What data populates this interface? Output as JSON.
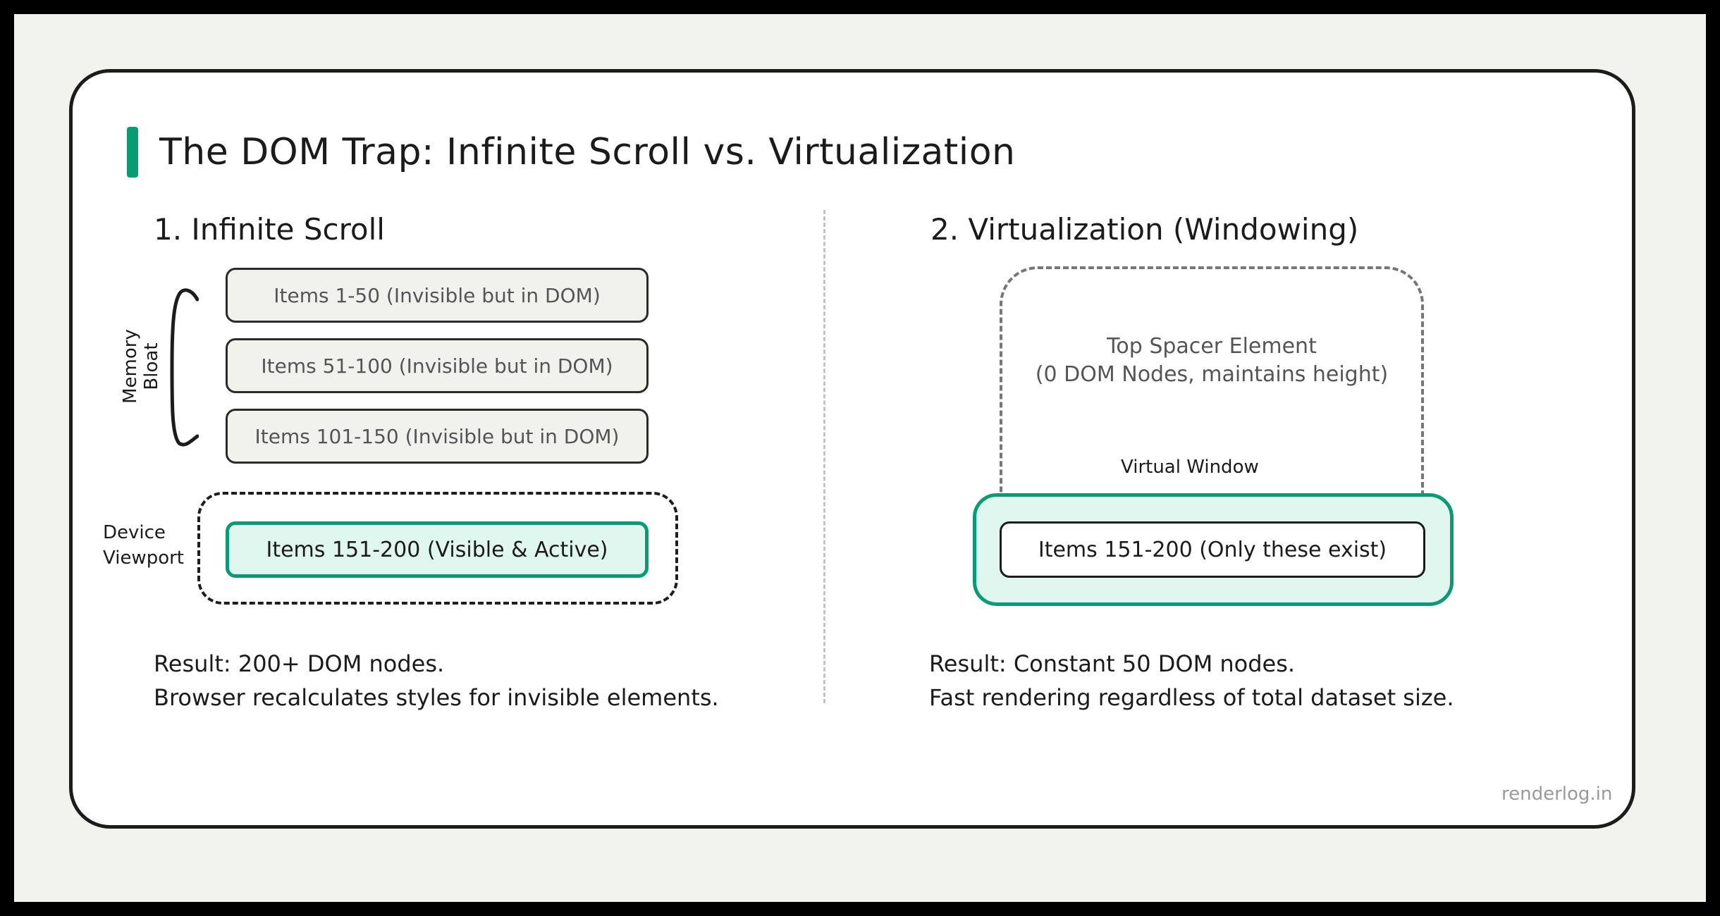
{
  "title": "The DOM Trap: Infinite Scroll vs. Virtualization",
  "colors": {
    "accent": "#0a9b72",
    "active_fill": "#dff7ef",
    "inactive_fill": "#f1f1ee",
    "divider": "#c4c4c4",
    "spacer_border": "#777777"
  },
  "left": {
    "heading": "1. Infinite Scroll",
    "bracket_label_line1": "Memory",
    "bracket_label_line2": "Bloat",
    "items": [
      {
        "label": "Items 1-50 (Invisible but in DOM)"
      },
      {
        "label": "Items 51-100 (Invisible but in DOM)"
      },
      {
        "label": "Items 101-150 (Invisible but in DOM)"
      }
    ],
    "viewport_label_line1": "Device",
    "viewport_label_line2": "Viewport",
    "active_item": "Items 151-200 (Visible & Active)",
    "result_line1": "Result: 200+ DOM nodes.",
    "result_line2": "Browser recalculates styles for invisible elements."
  },
  "right": {
    "heading": "2. Virtualization (Windowing)",
    "spacer_line1": "Top Spacer Element",
    "spacer_line2": "(0 DOM Nodes, maintains height)",
    "window_label": "Virtual Window",
    "window_item": "Items 151-200 (Only these exist)",
    "result_line1": "Result: Constant 50 DOM nodes.",
    "result_line2": "Fast rendering regardless of total dataset size."
  },
  "watermark": "renderlog.in"
}
